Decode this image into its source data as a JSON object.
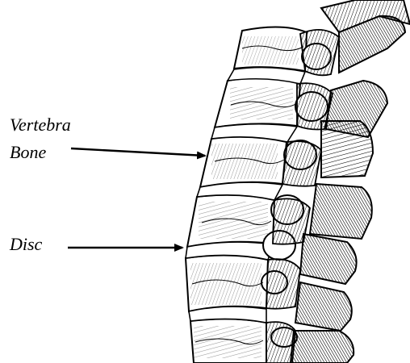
{
  "labels": {
    "vertebra_line1": "Vertebra",
    "vertebra_line2": "Bone",
    "disc": "Disc"
  },
  "colors": {
    "ink": "#000000",
    "paper": "#ffffff"
  }
}
